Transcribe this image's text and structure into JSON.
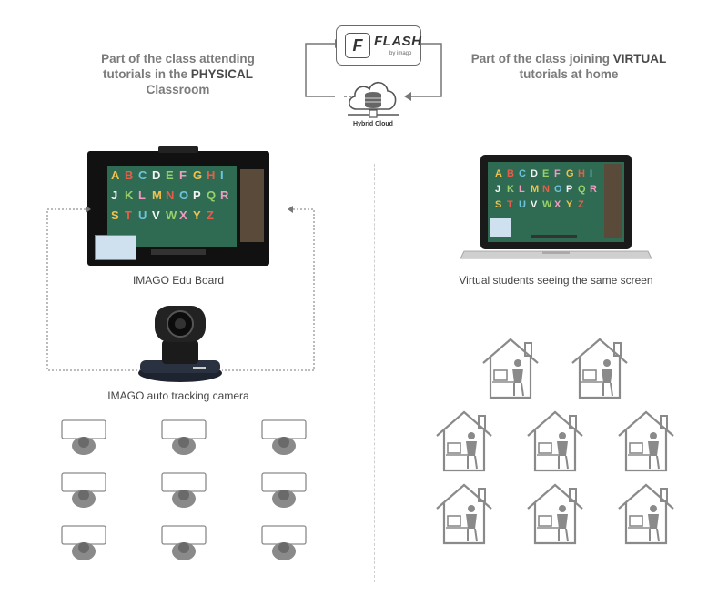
{
  "left_heading": {
    "line1": "Part of the class attending",
    "line2_prefix": "tutorials in the ",
    "line2_bold": "PHYSICAL",
    "line3": "Classroom"
  },
  "right_heading": {
    "line1_prefix": "Part of the class joining ",
    "line1_bold": "VIRTUAL",
    "line2": "tutorials at home"
  },
  "logo": {
    "name": "FLASH",
    "sub": "by imago"
  },
  "cloud_label": "Hybrid Cloud",
  "captions": {
    "edu_board": "IMAGO Edu Board",
    "camera": "IMAGO auto tracking camera",
    "virtual": "Virtual students seeing the same screen"
  },
  "board_letters": [
    "A",
    "B",
    "C",
    "D",
    "E",
    "F",
    "G",
    "H",
    "I",
    "J",
    "K",
    "L",
    "M",
    "N",
    "O",
    "P",
    "Q",
    "R",
    "S",
    "T",
    "U",
    "V",
    "W",
    "X",
    "Y",
    "Z"
  ],
  "colors": {
    "board_green": "#2e6b52",
    "icon_gray": "#8a8a8a",
    "dark": "#222222"
  },
  "icons": {
    "desk": "student-desk-icon",
    "house": "home-student-icon",
    "camera": "ptz-camera-icon",
    "cloud": "cloud-database-icon"
  }
}
